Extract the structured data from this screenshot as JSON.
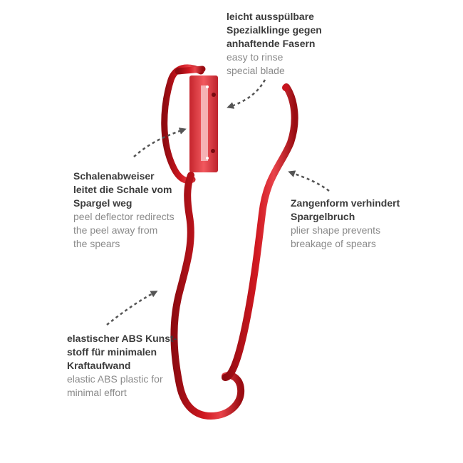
{
  "labels": {
    "blade": {
      "de": [
        "leicht ausspülbare",
        "Spezialklinge gegen",
        "anhaftende Fasern"
      ],
      "en": [
        "easy to rinse",
        "special blade"
      ]
    },
    "deflector": {
      "de": [
        "Schalenabweiser",
        "leitet die Schale vom",
        "Spargel weg"
      ],
      "en": [
        "peel deflector redirects",
        "the peel away from",
        "the spears"
      ]
    },
    "plier": {
      "de": [
        "Zangenform verhindert",
        "Spargelbruch"
      ],
      "en": [
        "plier shape prevents",
        "breakage of spears"
      ]
    },
    "abs": {
      "de": [
        "elastischer ABS Kunst-",
        "stoff für minimalen",
        "Kraftaufwand"
      ],
      "en": [
        "elastic ABS plastic for",
        "minimal effort"
      ]
    }
  },
  "colors": {
    "product_red": "#c8141e",
    "product_dark": "#8e0a10",
    "blade_red": "#e0222c",
    "arrow_gray": "#555555",
    "heading_text": "#3c3c3c",
    "sub_text": "#8a8a8a"
  }
}
